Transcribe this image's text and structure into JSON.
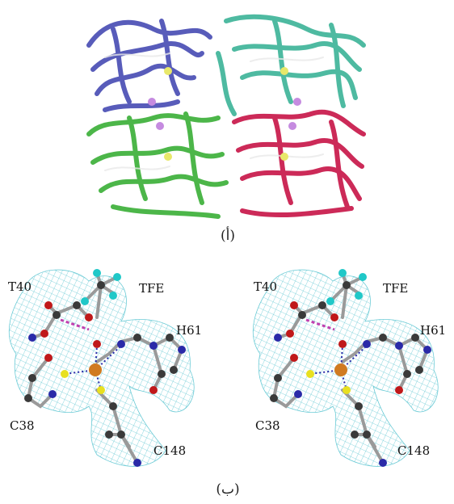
{
  "panel_a": {
    "caption": "(أ)",
    "colors": {
      "chain_blue": "#4a4fb5",
      "chain_teal": "#3fb59a",
      "chain_green": "#3db03a",
      "chain_red": "#c8184a",
      "metal_yellow": "#e8e86a",
      "metal_purple": "#c58be0"
    }
  },
  "panel_b": {
    "caption": "(ب)",
    "labels": {
      "t40": "T40",
      "tfe": "TFE",
      "h61": "H61",
      "c38": "C38",
      "c148": "C148"
    },
    "colors": {
      "mesh": "#6ccbd6",
      "bond": "#9a9a9a",
      "carbon": "#3a3a3a",
      "oxygen": "#c0181a",
      "nitrogen": "#2a2aa8",
      "sulfur": "#e8e020",
      "fluorine": "#20c8c8",
      "metal": "#d07a20",
      "hbond_pink": "#c040b0"
    }
  }
}
